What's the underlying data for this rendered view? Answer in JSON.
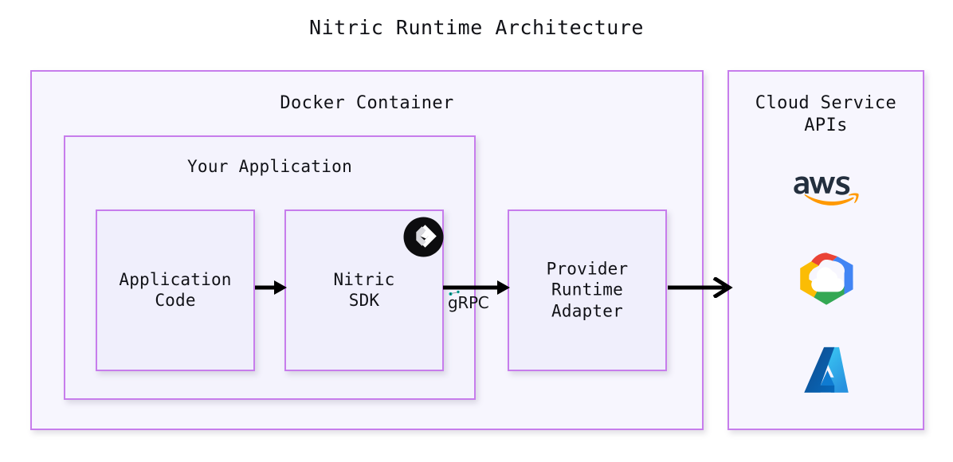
{
  "title": "Nitric Runtime Architecture",
  "theme": {
    "page_background": "#ffffff",
    "box_border": "#c77dec",
    "box_fill": "#f7f6fe",
    "inner_fill": "#f0effc",
    "text": "#111217",
    "arrow": "#000000",
    "grpc_accent": "#00b0a0"
  },
  "containers": {
    "docker": {
      "label": "Docker Container",
      "inner": {
        "label": "Your Application",
        "boxes": [
          {
            "name": "application-code",
            "label": "Application\nCode"
          },
          {
            "name": "nitric-sdk",
            "label": "Nitric\nSDK",
            "badge": "nitric-logo-icon"
          }
        ]
      },
      "adapter": {
        "name": "provider-runtime-adapter",
        "label": "Provider\nRuntime\nAdapter"
      }
    },
    "cloud": {
      "label": "Cloud Service\nAPIs",
      "logos": [
        {
          "name": "aws-logo-icon",
          "label": "aws"
        },
        {
          "name": "google-cloud-logo-icon",
          "label": "Google Cloud"
        },
        {
          "name": "azure-logo-icon",
          "label": "Azure"
        }
      ]
    }
  },
  "connectors": [
    {
      "name": "arrow-code-to-sdk",
      "label": "",
      "style": "solid-filled-head"
    },
    {
      "name": "arrow-sdk-to-adapter",
      "label": "gRPC",
      "style": "solid-filled-head"
    },
    {
      "name": "arrow-adapter-to-cloud",
      "label": "",
      "style": "solid-open-head"
    }
  ],
  "grpc": {
    "label": "gRPC"
  }
}
